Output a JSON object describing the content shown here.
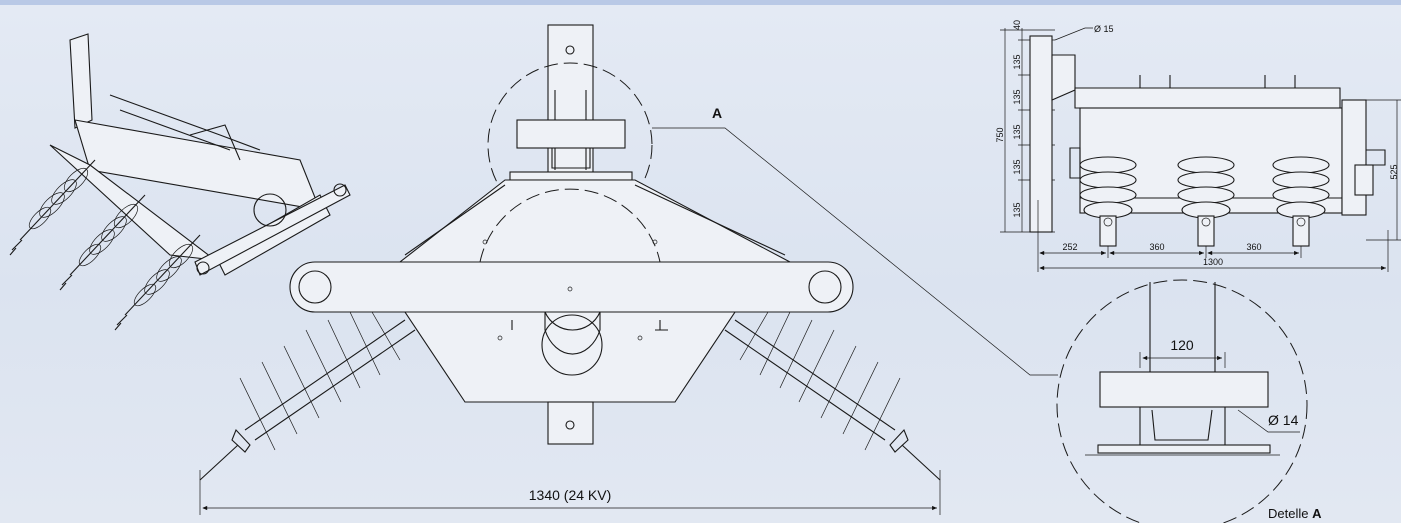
{
  "views": {
    "front": {
      "width_dim": "1340 (24 KV)",
      "detail_marker": "A"
    },
    "detail": {
      "width_dim": "120",
      "hole_dim": "Ø 14",
      "caption_prefix": "Detelle ",
      "caption_letter": "A"
    },
    "side": {
      "hole_dim": "Ø 15",
      "top_dim": "40",
      "pitch_dims": [
        "135",
        "135",
        "135",
        "135",
        "135"
      ],
      "height_dim": "750",
      "right_dim": "525",
      "spacing_dims": [
        "252",
        "360",
        "360"
      ],
      "total_dim": "1300"
    }
  }
}
